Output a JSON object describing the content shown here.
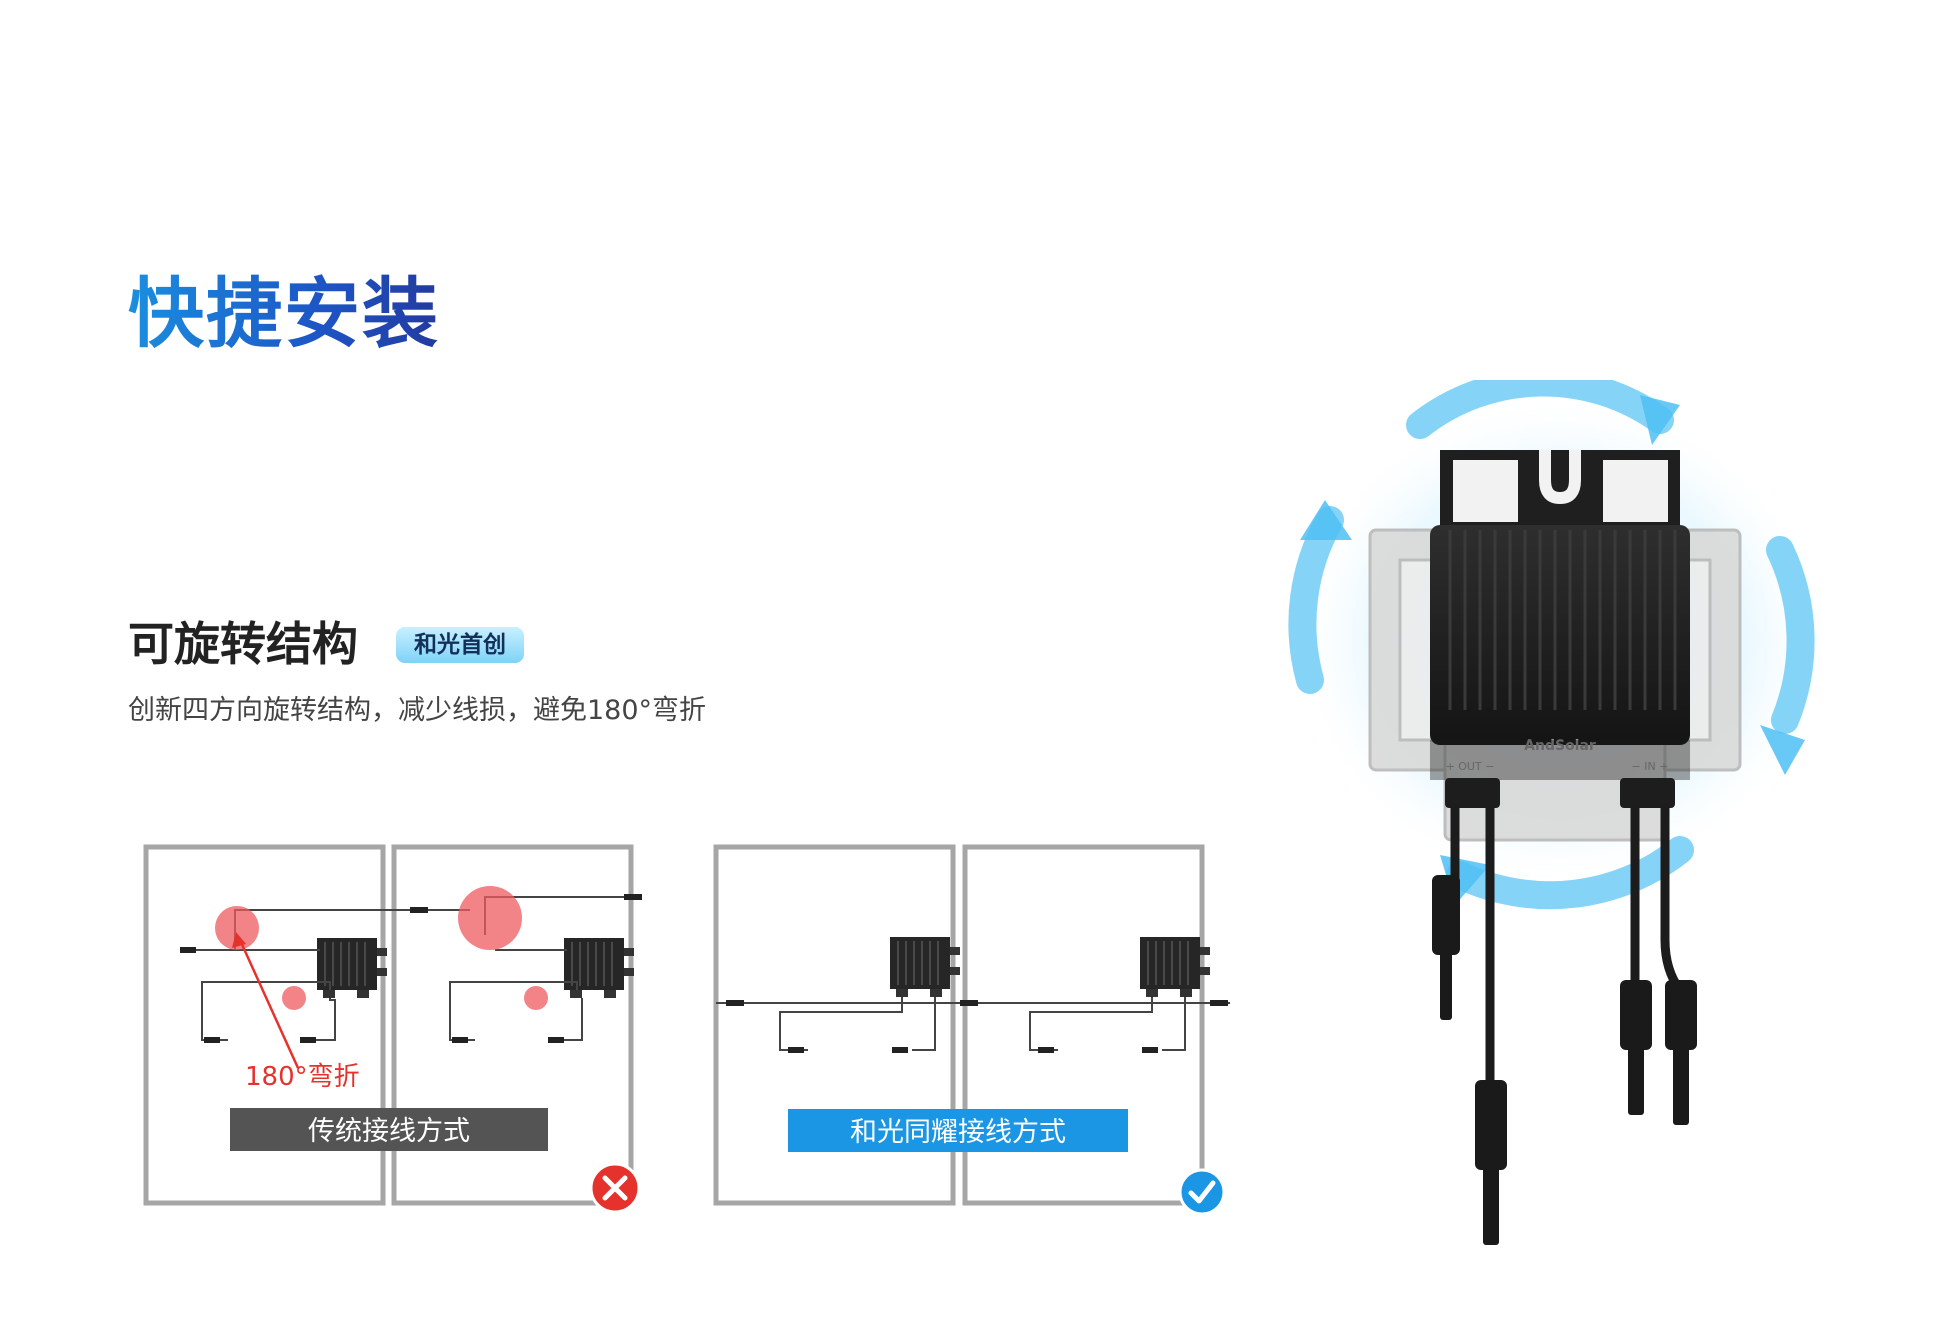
{
  "title": "快捷安装",
  "feature": {
    "name": "可旋转结构",
    "badge": "和光首创",
    "description": "创新四方向旋转结构，减少线损，避免180°弯折"
  },
  "traditional": {
    "label": "传统接线方式",
    "annotation": "180°弯折",
    "result": "cross-icon"
  },
  "new_method": {
    "label": "和光同耀接线方式",
    "result": "check-icon"
  },
  "product": {
    "brand": "AndSolar",
    "port_out": "+ OUT −",
    "port_in": "− IN +"
  },
  "colors": {
    "accent_blue": "#1a8fe0",
    "label_gray": "#545454",
    "label_blue": "#1a96e4",
    "error_red": "#e5322d",
    "check_blue": "#1a96e4",
    "highlight_red": "#ee5a5e"
  }
}
